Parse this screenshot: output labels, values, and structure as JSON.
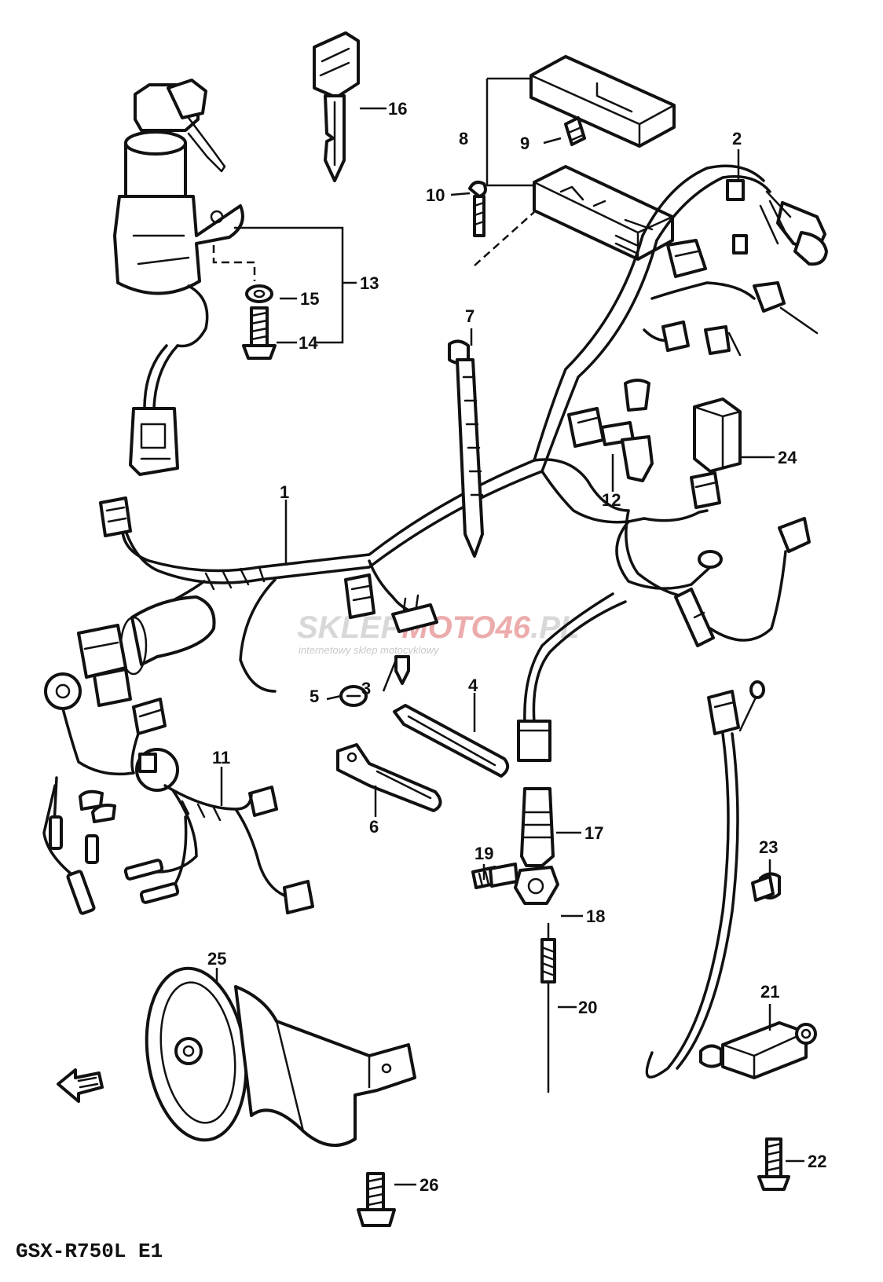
{
  "footer": {
    "model_code": "GSX-R750L E1"
  },
  "watermark": {
    "brand_grey": "SKLEP",
    "brand_red": "MOTO46",
    "brand_tail": ".PL",
    "tagline": "internetowy sklep motocyklowy"
  },
  "callouts": [
    {
      "id": "1",
      "label": "1"
    },
    {
      "id": "2",
      "label": "2"
    },
    {
      "id": "3",
      "label": "3"
    },
    {
      "id": "4",
      "label": "4"
    },
    {
      "id": "5",
      "label": "5"
    },
    {
      "id": "6",
      "label": "6"
    },
    {
      "id": "7",
      "label": "7"
    },
    {
      "id": "8",
      "label": "8"
    },
    {
      "id": "9",
      "label": "9"
    },
    {
      "id": "10",
      "label": "10"
    },
    {
      "id": "11",
      "label": "11"
    },
    {
      "id": "12",
      "label": "12"
    },
    {
      "id": "13",
      "label": "13"
    },
    {
      "id": "14",
      "label": "14"
    },
    {
      "id": "15",
      "label": "15"
    },
    {
      "id": "16",
      "label": "16"
    },
    {
      "id": "17",
      "label": "17"
    },
    {
      "id": "18",
      "label": "18"
    },
    {
      "id": "19",
      "label": "19"
    },
    {
      "id": "20",
      "label": "20"
    },
    {
      "id": "21",
      "label": "21"
    },
    {
      "id": "22",
      "label": "22"
    },
    {
      "id": "23",
      "label": "23"
    },
    {
      "id": "24",
      "label": "24"
    },
    {
      "id": "25",
      "label": "25"
    },
    {
      "id": "26",
      "label": "26"
    }
  ]
}
